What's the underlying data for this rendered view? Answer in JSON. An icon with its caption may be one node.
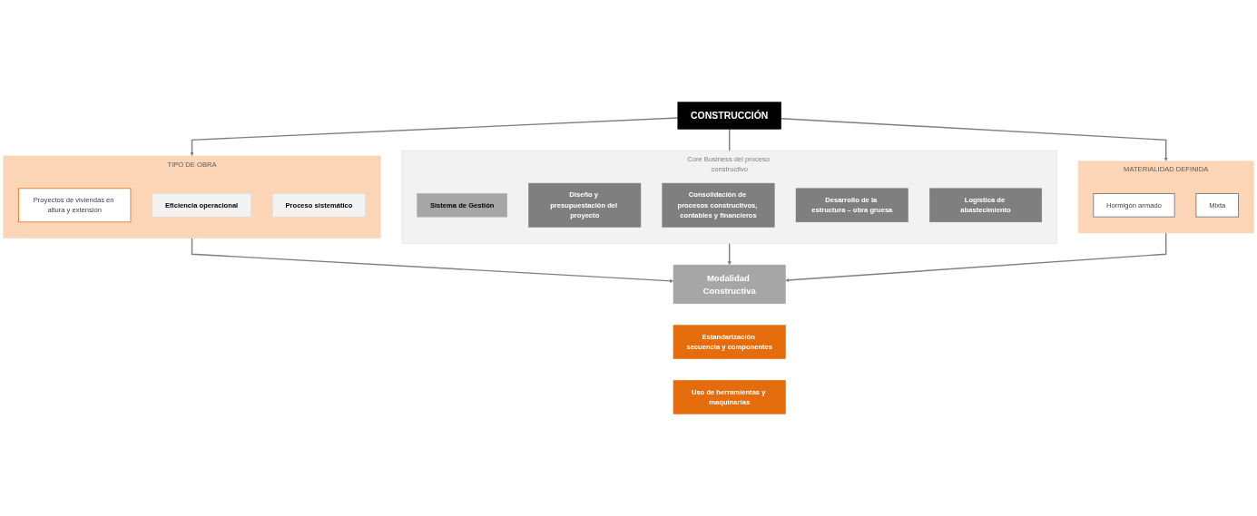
{
  "diagram": {
    "nodes": [
      {
        "text": [
          "CONSTRUCCIÓN"
        ]
      },
      {
        "text": [
          "TIPO DE OBRA"
        ]
      },
      {
        "text": [
          "Proyectos de viviendas en altura y extensión"
        ],
        "in": 1
      },
      {
        "text": [
          "Eficiencia operacional"
        ],
        "in": 1
      },
      {
        "text": [
          "Proceso sistemático"
        ],
        "in": 1
      },
      {
        "text": [
          "Core Business del proceso constructivo"
        ]
      },
      {
        "text": [
          "Sistema de Gestión"
        ],
        "in": 5
      },
      {
        "text": [
          "Diseño y presupuestación del proyecto"
        ],
        "in": 5
      },
      {
        "text": [
          "Consolidación de procesos constructivos, contables y financieros"
        ],
        "in": 5
      },
      {
        "text": [
          "Desarrollo de la estructura – obra gruesa"
        ],
        "in": 5
      },
      {
        "text": [
          "Logística de abastecimiento"
        ],
        "in": 5
      },
      {
        "text": [
          "MATERIALIDAD DEFINIDA"
        ]
      },
      {
        "text": [
          "Hormigón armado"
        ],
        "in": 11
      },
      {
        "text": [
          "Mixta"
        ],
        "in": 11
      },
      {
        "text": [
          "Modalidad Constructiva"
        ]
      },
      {
        "text": [
          "Estandarización secuencia y componentes"
        ]
      },
      {
        "text": [
          "Uso de herramientas y maquinarias"
        ]
      }
    ],
    "edges": [
      {
        "from": 0,
        "to": 1,
        "arrow": "to"
      },
      {
        "from": 0,
        "to": 5,
        "arrow": "none"
      },
      {
        "from": 0,
        "to": 11,
        "arrow": "to"
      },
      {
        "from": 1,
        "to": 14,
        "arrow": "to"
      },
      {
        "from": 5,
        "to": 14,
        "arrow": "to"
      },
      {
        "from": 11,
        "to": 14,
        "arrow": "to"
      }
    ]
  }
}
